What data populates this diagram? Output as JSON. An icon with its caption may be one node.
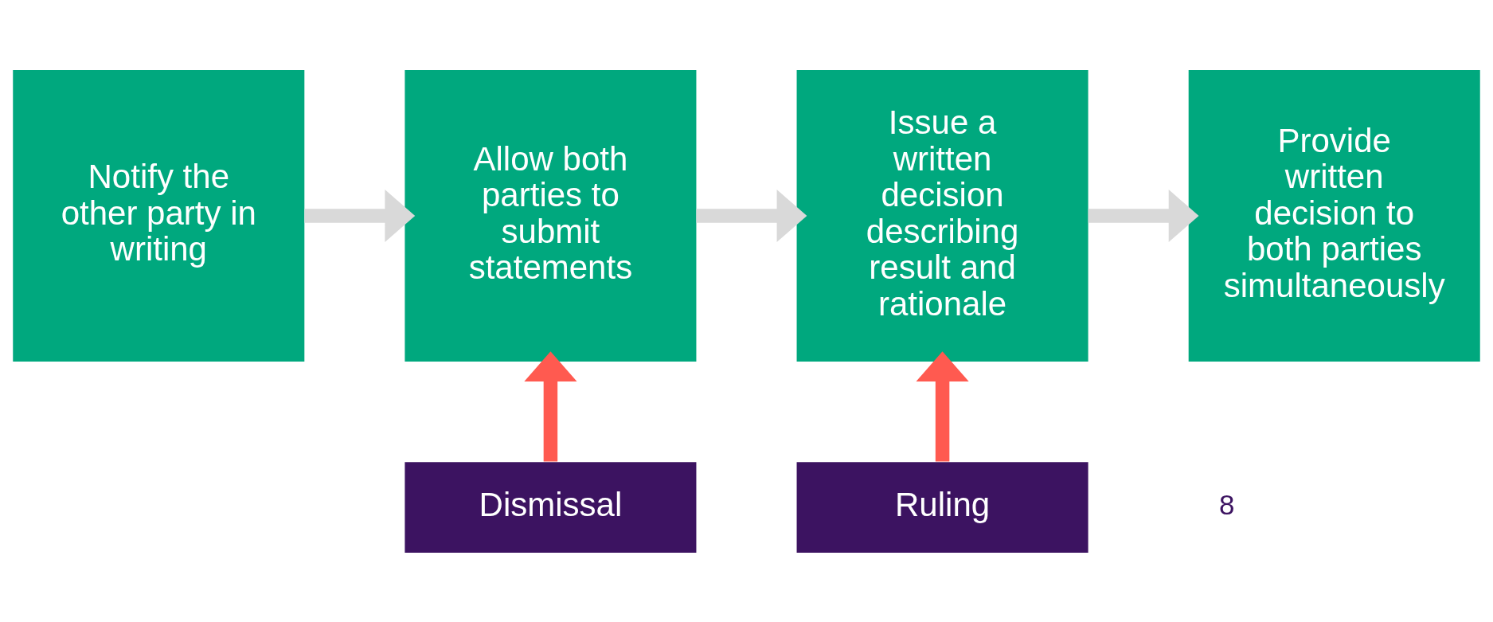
{
  "diagram": {
    "nodes": [
      {
        "text": [
          "Notify the other party in writing"
        ]
      },
      {
        "text": [
          "Allow both parties to submit statements"
        ]
      },
      {
        "text": [
          "Issue a written decision describing result and rationale"
        ]
      },
      {
        "text": [
          "Provide written decision to both parties simultaneously"
        ]
      },
      {
        "text": [
          "Dismissal"
        ]
      },
      {
        "text": [
          "Ruling"
        ]
      }
    ],
    "edges": [
      {
        "from": 0,
        "to": 1,
        "arrow": "to"
      },
      {
        "from": 1,
        "to": 2,
        "arrow": "to"
      },
      {
        "from": 2,
        "to": 3,
        "arrow": "to"
      },
      {
        "from": 4,
        "to": 1,
        "arrow": "to",
        "color": "#ff5a50"
      },
      {
        "from": 5,
        "to": 2,
        "arrow": "to",
        "color": "#ff5a50"
      }
    ],
    "labels": [
      "8"
    ]
  }
}
